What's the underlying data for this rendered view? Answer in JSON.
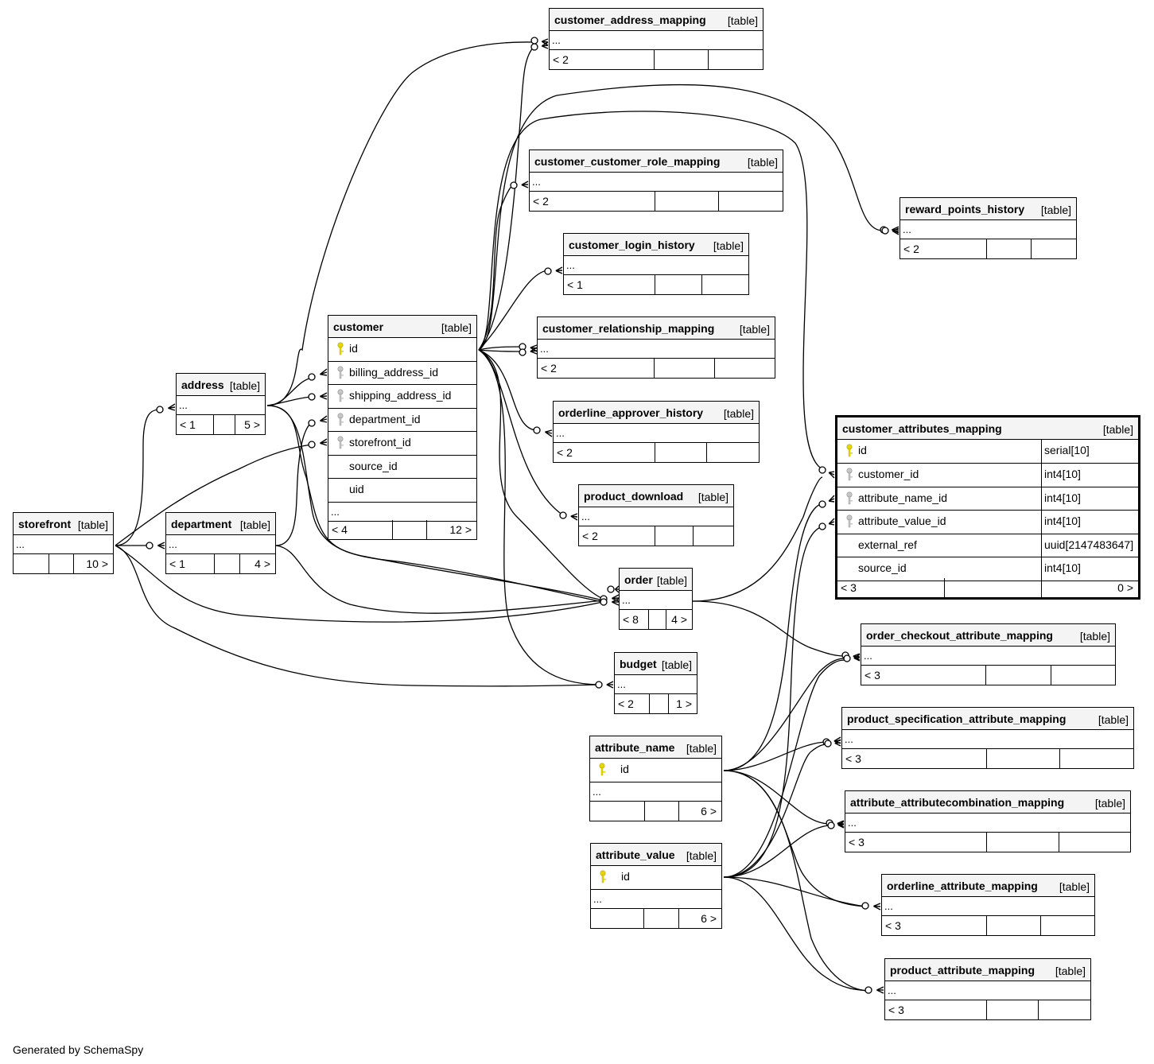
{
  "footer": "Generated by SchemaSpy",
  "tables": [
    {
      "id": "customer_address_mapping",
      "name": "customer_address_mapping",
      "type": "[table]",
      "dots": "...",
      "foot_left": "< 2",
      "foot_right": ""
    },
    {
      "id": "customer_customer_role_mapping",
      "name": "customer_customer_role_mapping",
      "type": "[table]",
      "dots": "...",
      "foot_left": "< 2",
      "foot_right": ""
    },
    {
      "id": "customer_login_history",
      "name": "customer_login_history",
      "type": "[table]",
      "dots": "...",
      "foot_left": "< 1",
      "foot_right": ""
    },
    {
      "id": "customer_relationship_mapping",
      "name": "customer_relationship_mapping",
      "type": "[table]",
      "dots": "...",
      "foot_left": "< 2",
      "foot_right": ""
    },
    {
      "id": "orderline_approver_history",
      "name": "orderline_approver_history",
      "type": "[table]",
      "dots": "...",
      "foot_left": "< 2",
      "foot_right": ""
    },
    {
      "id": "product_download",
      "name": "product_download",
      "type": "[table]",
      "dots": "...",
      "foot_left": "< 2",
      "foot_right": ""
    },
    {
      "id": "reward_points_history",
      "name": "reward_points_history",
      "type": "[table]",
      "dots": "...",
      "foot_left": "< 2",
      "foot_right": ""
    },
    {
      "id": "address",
      "name": "address",
      "type": "[table]",
      "dots": "...",
      "foot_left": "< 1",
      "foot_right": "5 >"
    },
    {
      "id": "storefront",
      "name": "storefront",
      "type": "[table]",
      "dots": "...",
      "foot_left": "",
      "foot_right": "10 >"
    },
    {
      "id": "department",
      "name": "department",
      "type": "[table]",
      "dots": "...",
      "foot_left": "< 1",
      "foot_right": "4 >"
    },
    {
      "id": "order",
      "name": "order",
      "type": "[table]",
      "dots": "...",
      "foot_left": "< 8",
      "foot_right": "4 >"
    },
    {
      "id": "budget",
      "name": "budget",
      "type": "[table]",
      "dots": "...",
      "foot_left": "< 2",
      "foot_right": "1 >"
    },
    {
      "id": "order_checkout_attribute_mapping",
      "name": "order_checkout_attribute_mapping",
      "type": "[table]",
      "dots": "...",
      "foot_left": "< 3",
      "foot_right": ""
    },
    {
      "id": "product_specification_attribute_mapping",
      "name": "product_specification_attribute_mapping",
      "type": "[table]",
      "dots": "...",
      "foot_left": "< 3",
      "foot_right": ""
    },
    {
      "id": "attribute_attributecombination_mapping",
      "name": "attribute_attributecombination_mapping",
      "type": "[table]",
      "dots": "...",
      "foot_left": "< 3",
      "foot_right": ""
    },
    {
      "id": "orderline_attribute_mapping",
      "name": "orderline_attribute_mapping",
      "type": "[table]",
      "dots": "...",
      "foot_left": "< 3",
      "foot_right": ""
    },
    {
      "id": "product_attribute_mapping",
      "name": "product_attribute_mapping",
      "type": "[table]",
      "dots": "...",
      "foot_left": "< 3",
      "foot_right": ""
    },
    {
      "id": "customer",
      "name": "customer",
      "type": "[table]",
      "dots": "...",
      "foot_left": "< 4",
      "foot_right": "12 >",
      "columns": [
        {
          "name": "id",
          "key": "primary"
        },
        {
          "name": "billing_address_id",
          "key": "foreign"
        },
        {
          "name": "shipping_address_id",
          "key": "foreign"
        },
        {
          "name": "department_id",
          "key": "foreign"
        },
        {
          "name": "storefront_id",
          "key": "foreign"
        },
        {
          "name": "source_id",
          "key": "none"
        },
        {
          "name": "uid",
          "key": "none"
        }
      ]
    },
    {
      "id": "attribute_name",
      "name": "attribute_name",
      "type": "[table]",
      "dots": "...",
      "foot_left": "",
      "foot_right": "6 >",
      "columns": [
        {
          "name": "id",
          "key": "primary"
        }
      ]
    },
    {
      "id": "attribute_value",
      "name": "attribute_value",
      "type": "[table]",
      "dots": "...",
      "foot_left": "",
      "foot_right": "6 >",
      "columns": [
        {
          "name": "id",
          "key": "primary"
        }
      ]
    },
    {
      "id": "customer_attributes_mapping",
      "name": "customer_attributes_mapping",
      "type": "[table]",
      "foot_left": "< 3",
      "foot_right": "0 >",
      "columns": [
        {
          "name": "id",
          "key": "primary",
          "type": "serial[10]"
        },
        {
          "name": "customer_id",
          "key": "foreign",
          "type": "int4[10]"
        },
        {
          "name": "attribute_name_id",
          "key": "foreign",
          "type": "int4[10]"
        },
        {
          "name": "attribute_value_id",
          "key": "foreign",
          "type": "int4[10]"
        },
        {
          "name": "external_ref",
          "key": "none",
          "type": "uuid[2147483647]"
        },
        {
          "name": "source_id",
          "key": "none",
          "type": "int4[10]"
        }
      ]
    }
  ],
  "colors": {
    "primary_key": "#e8d800",
    "foreign_key": "#b0b0b0",
    "line": "#000000",
    "header_bg": "#f4f4f4"
  }
}
